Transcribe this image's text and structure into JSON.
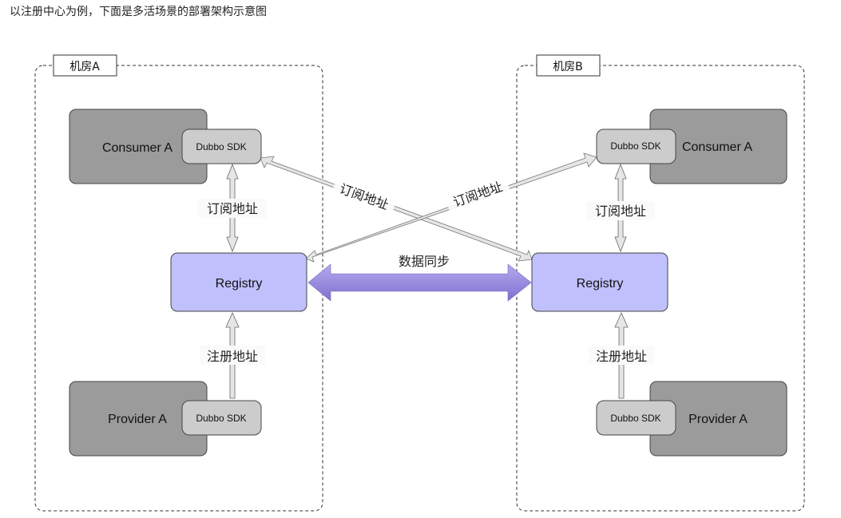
{
  "caption": "以注册中心为例，下面是多活场景的部署架构示意图",
  "colors": {
    "app_box": "#9b9b9b",
    "sdk_box": "#cccccc",
    "registry_box": "#c0c0fd",
    "arrow_fill": "#e6e6e6",
    "sync_arrow": "#9b8fdf"
  },
  "zones": [
    {
      "label": "机房A",
      "consumer": {
        "label": "Consumer A",
        "sdk": "Dubbo SDK"
      },
      "provider": {
        "label": "Provider A",
        "sdk": "Dubbo SDK"
      },
      "registry": {
        "label": "Registry"
      },
      "subscribe_label": "订阅地址",
      "register_label": "注册地址"
    },
    {
      "label": "机房B",
      "consumer": {
        "label": "Consumer A",
        "sdk": "Dubbo SDK"
      },
      "provider": {
        "label": "Provider A",
        "sdk": "Dubbo SDK"
      },
      "registry": {
        "label": "Registry"
      },
      "subscribe_label": "订阅地址",
      "register_label": "注册地址"
    }
  ],
  "cross_links": {
    "a_to_b_label": "订阅地址",
    "b_to_a_label": "订阅地址",
    "sync_label": "数据同步"
  }
}
